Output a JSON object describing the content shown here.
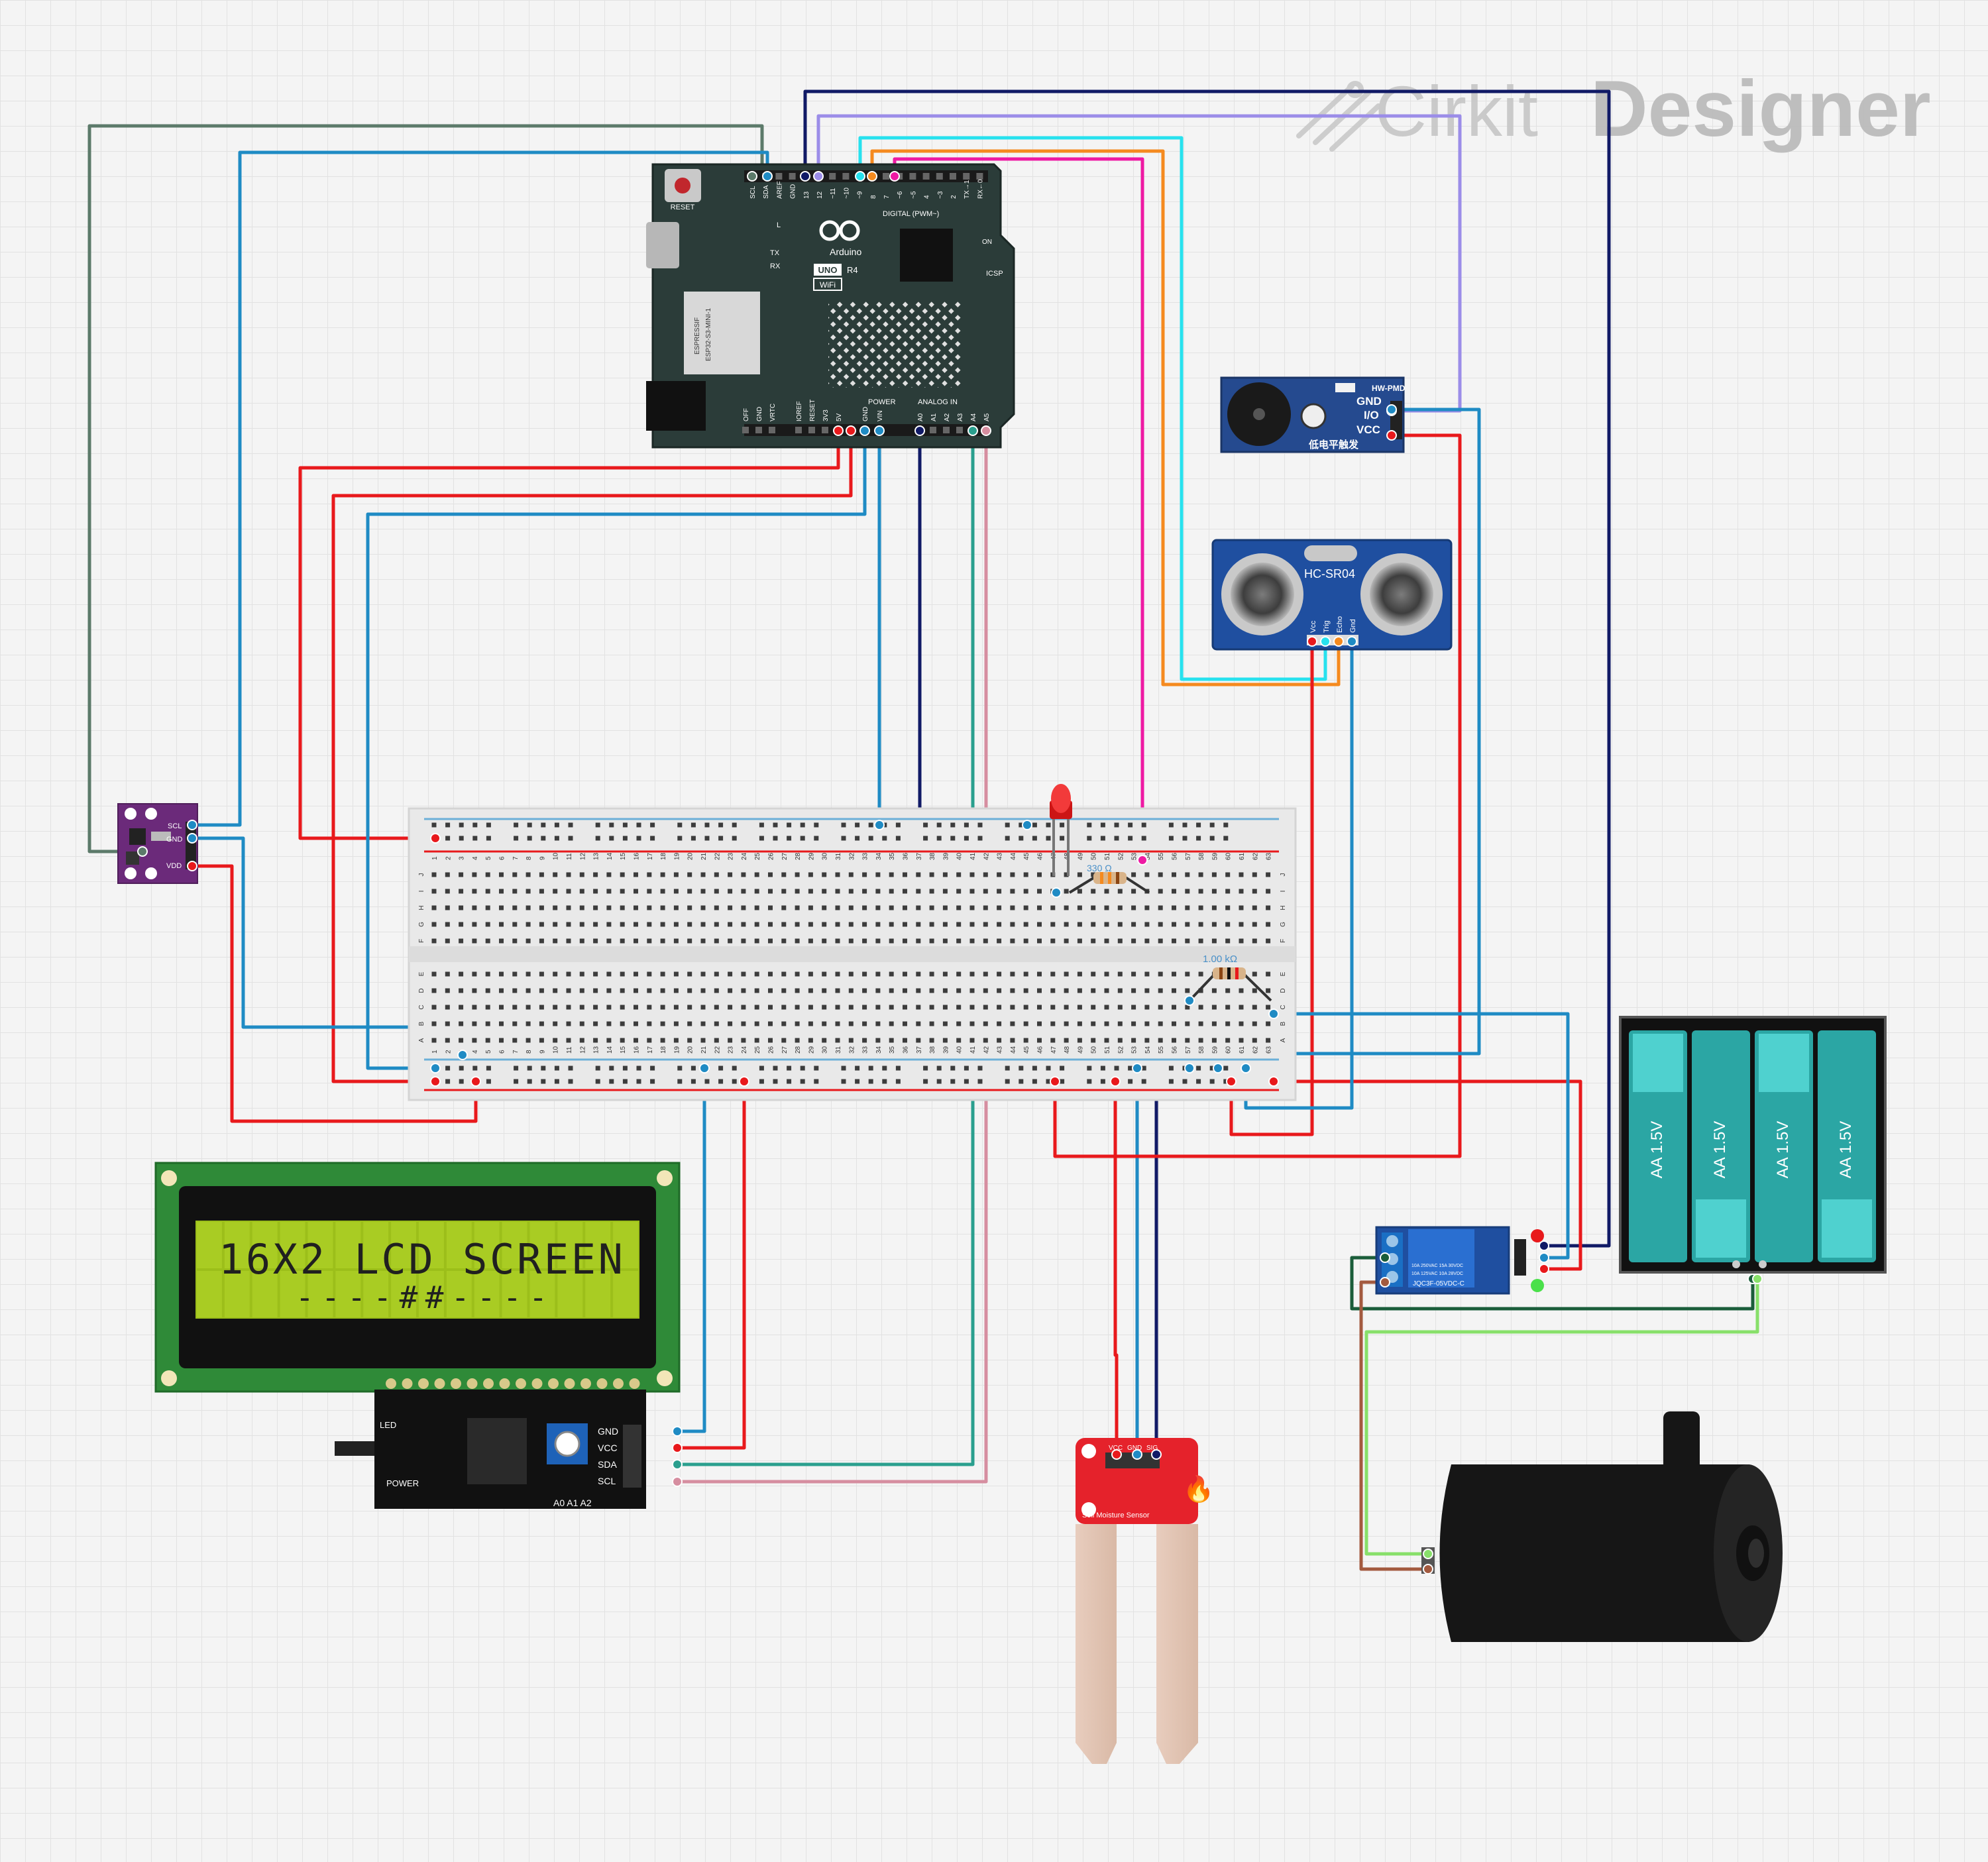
{
  "brand": {
    "name_part1": "Cirkit",
    "name_part2": "Designer"
  },
  "arduino": {
    "reset_label": "RESET",
    "brand_name": "Arduino",
    "model_badge": "UNO",
    "model_rev": "R4",
    "wifi_label": "WiFi",
    "tx_label": "TX",
    "rx_label": "RX",
    "l_label": "L",
    "on_label": "ON",
    "icsp_label": "ICSP",
    "esp_line1": "ESPRESSIF",
    "esp_line2": "ESP32-S3-MINI-1",
    "digital_header": "DIGITAL (PWM~)",
    "power_header": "POWER",
    "analog_header": "ANALOG IN",
    "top_pins": [
      "SCL",
      "SDA",
      "AREF",
      "GND",
      "13",
      "12",
      "~11",
      "~10",
      "~9",
      "8",
      "7",
      "~6",
      "~5",
      "4",
      "~3",
      "2",
      "TX→1",
      "RX←0"
    ],
    "bottom_pins": [
      "OFF",
      "GND",
      "VRTC",
      "IOREF",
      "RESET",
      "3V3",
      "5V",
      "GND",
      "VIN",
      "A0",
      "A1",
      "A2",
      "A3",
      "A4",
      "A5"
    ]
  },
  "buzzer": {
    "brand": "HW-PMD",
    "pins": [
      "GND",
      "I/O",
      "VCC"
    ],
    "caption": "低电平触发"
  },
  "ultrasonic": {
    "model": "HC-SR04",
    "pins": [
      "Vcc",
      "Trig",
      "Echo",
      "Gnd"
    ]
  },
  "breadboard": {
    "rows_top": [
      "A",
      "B",
      "C",
      "D",
      "E"
    ],
    "rows_bottom": [
      "F",
      "G",
      "H",
      "I",
      "J"
    ],
    "column_count": 63,
    "resistor_top_label": "330 Ω",
    "resistor_bottom_label": "1.00 kΩ"
  },
  "lcd": {
    "line1": "16X2 LCD SCREEN",
    "line2": "----##----",
    "i2c_pins": [
      "GND",
      "VCC",
      "SDA",
      "SCL"
    ],
    "led_label": "LED",
    "power_label": "POWER",
    "addr_label": "A0 A1 A2"
  },
  "soil_sensor": {
    "pins": [
      "VCC",
      "GND",
      "SIG"
    ],
    "label": "Soil Moisture Sensor"
  },
  "light_sensor": {
    "pins": [
      "SCL",
      "GND",
      "VDD"
    ]
  },
  "relay": {
    "text_line1": "10A 250VAC 15A 30VDC",
    "text_line2": "10A 125VAC 10A 28VDC",
    "model": "JQC3F-05VDC-C"
  },
  "battery_pack": {
    "cells": [
      "AA 1.5V",
      "AA 1.5V",
      "AA 1.5V",
      "AA 1.5V"
    ]
  },
  "pump": {
    "label": ""
  },
  "colors": {
    "red": "#e8191c",
    "blue": "#1f8bc4",
    "navy": "#111a66",
    "cyan": "#27e1ee",
    "orange": "#f58a1f",
    "magenta": "#ee1aa3",
    "lavender": "#9b8de8",
    "teal": "#2a9f8e",
    "pink": "#d68ea0",
    "gray_green": "#5c7a6a",
    "dark_green": "#1a5d3a",
    "light_green": "#88e06a",
    "brown": "#a35a3f"
  }
}
